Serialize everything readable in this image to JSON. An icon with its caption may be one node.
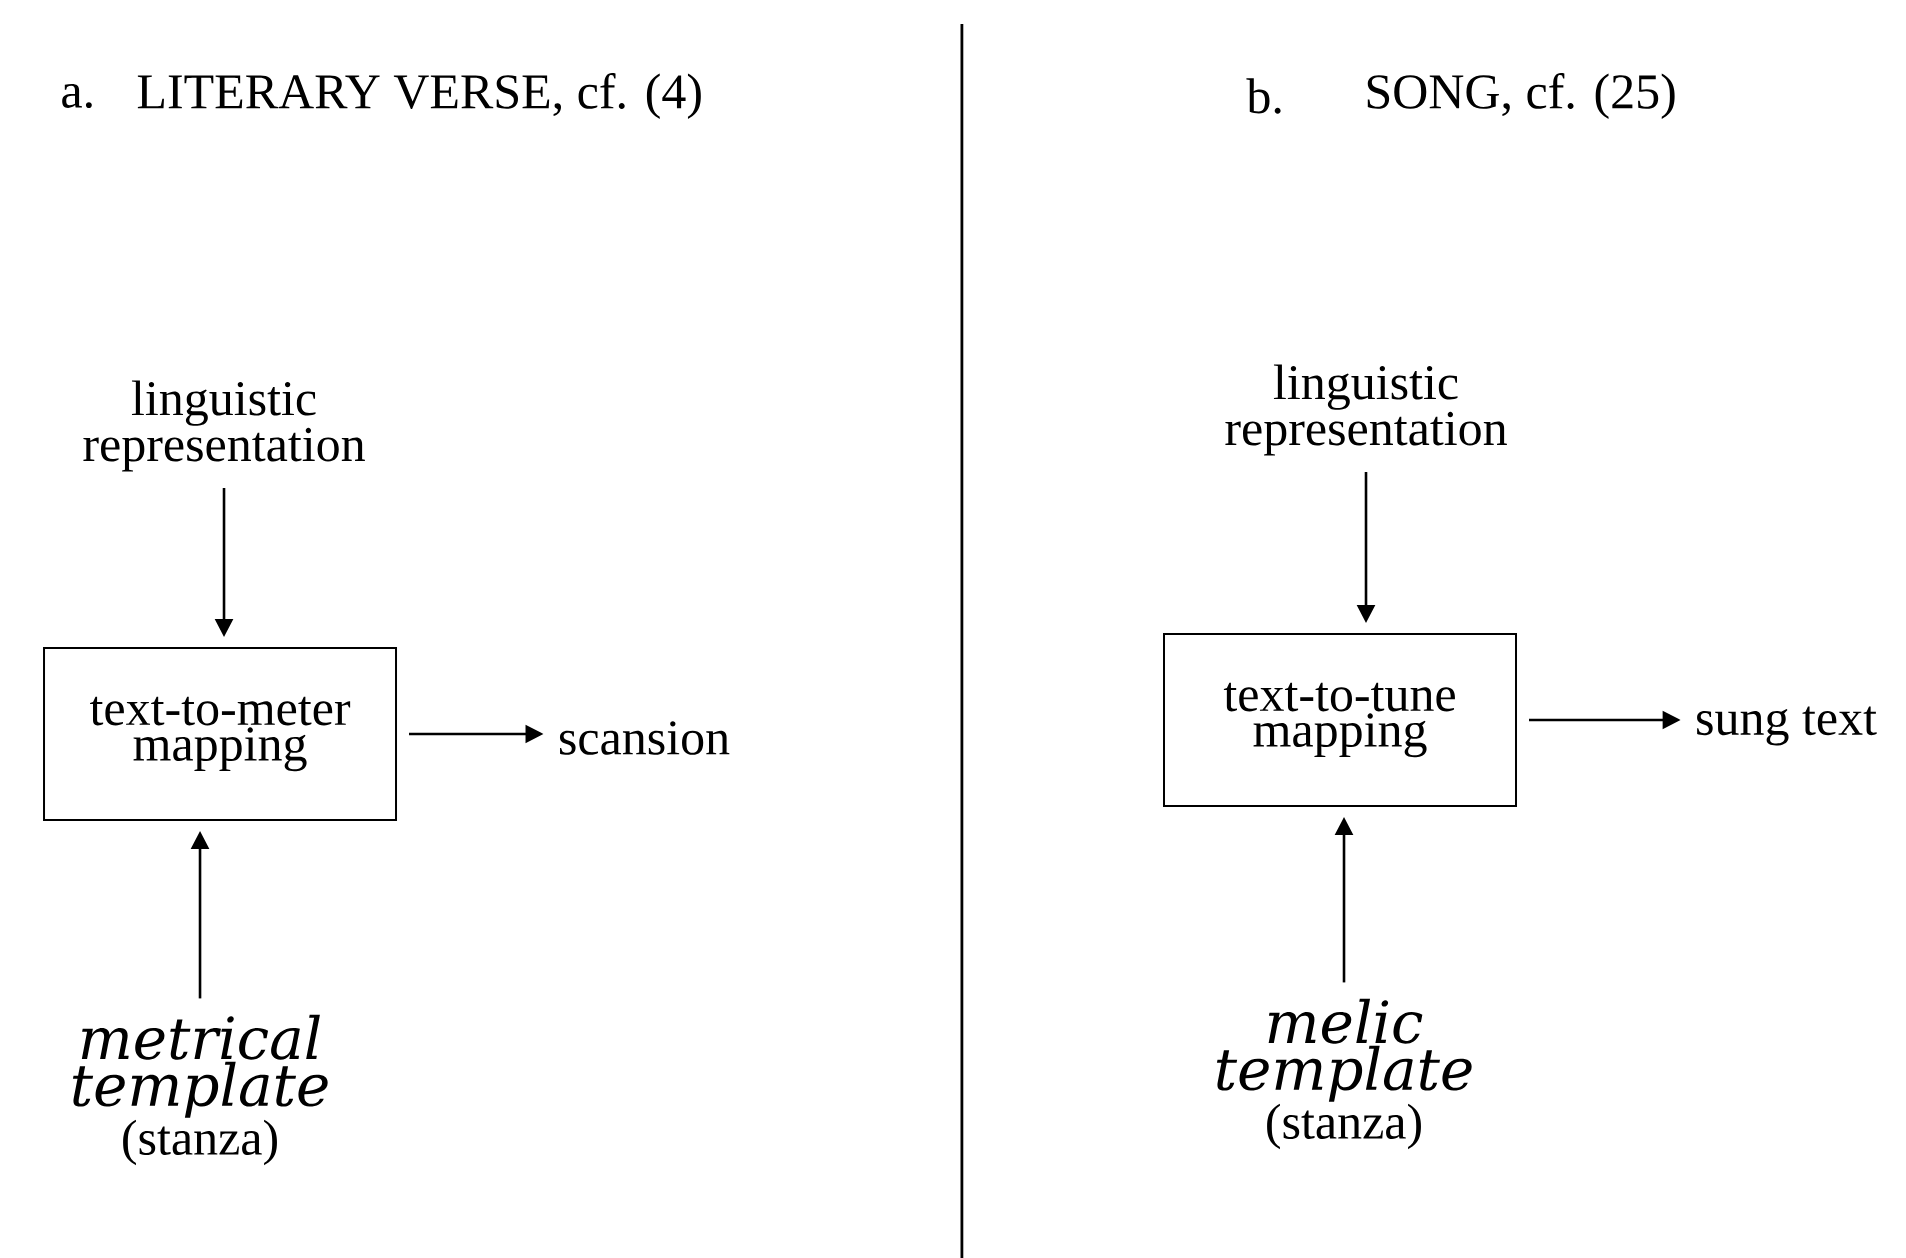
{
  "diagram": {
    "nodes": [
      {
        "text": [
          "linguistic representation"
        ]
      },
      {
        "text": [
          "text-to-meter mapping"
        ]
      },
      {
        "text": [
          "scansion"
        ]
      },
      {
        "text": [
          "*metrical template*",
          "(stanza)"
        ]
      },
      {
        "text": [
          "linguistic representation"
        ]
      },
      {
        "text": [
          "text-to-tune mapping"
        ]
      },
      {
        "text": [
          "sung text"
        ]
      },
      {
        "text": [
          "*melic template*",
          "(stanza)"
        ]
      }
    ],
    "edges": [
      {
        "from": 0,
        "to": 1,
        "arrow": "to"
      },
      {
        "from": 1,
        "to": 2,
        "arrow": "to"
      },
      {
        "from": 3,
        "to": 1,
        "arrow": "to"
      },
      {
        "from": 4,
        "to": 5,
        "arrow": "to"
      },
      {
        "from": 5,
        "to": 6,
        "arrow": "to"
      },
      {
        "from": 7,
        "to": 5,
        "arrow": "to"
      }
    ],
    "labels": [
      "a.",
      "LITERARY VERSE, cf. (4)",
      "b.",
      "SONG, cf. (25)"
    ]
  }
}
